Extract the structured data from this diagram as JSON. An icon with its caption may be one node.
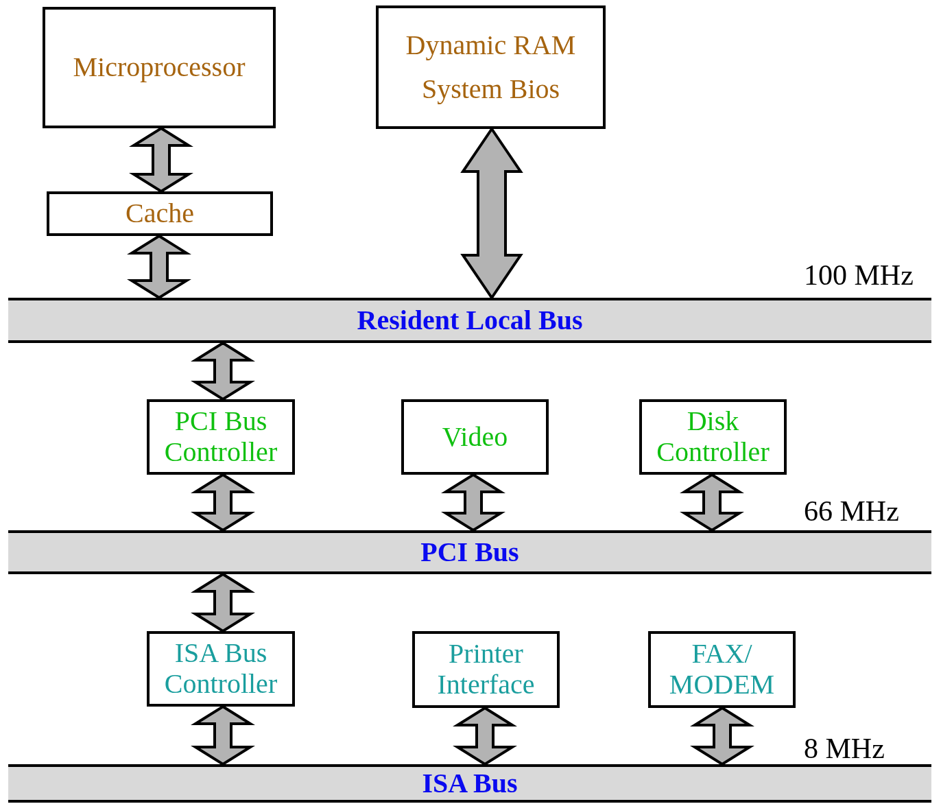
{
  "diagram": {
    "nodes": [
      {
        "text": [
          "Microprocessor"
        ]
      },
      {
        "text": [
          "Dynamic RAM",
          "System Bios"
        ]
      },
      {
        "text": [
          "Cache"
        ]
      },
      {
        "text": [
          "Resident Local Bus"
        ]
      },
      {
        "text": [
          "PCI Bus Controller"
        ]
      },
      {
        "text": [
          "Video"
        ]
      },
      {
        "text": [
          "Disk Controller"
        ]
      },
      {
        "text": [
          "PCI Bus"
        ]
      },
      {
        "text": [
          "ISA Bus Controller"
        ]
      },
      {
        "text": [
          "Printer Interface"
        ]
      },
      {
        "text": [
          "FAX/ MODEM"
        ]
      },
      {
        "text": [
          "ISA Bus"
        ]
      }
    ],
    "edges": [
      {
        "from": 0,
        "to": 2,
        "arrow": "both",
        "style": "thick"
      },
      {
        "from": 2,
        "to": 3,
        "arrow": "both",
        "style": "thick"
      },
      {
        "from": 1,
        "to": 3,
        "arrow": "both",
        "style": "thick"
      },
      {
        "from": 3,
        "to": 4,
        "arrow": "both",
        "style": "thick"
      },
      {
        "from": 4,
        "to": 7,
        "arrow": "both",
        "style": "thick"
      },
      {
        "from": 5,
        "to": 7,
        "arrow": "both",
        "style": "thick"
      },
      {
        "from": 6,
        "to": 7,
        "arrow": "both",
        "style": "thick"
      },
      {
        "from": 7,
        "to": 8,
        "arrow": "both",
        "style": "thick"
      },
      {
        "from": 8,
        "to": 11,
        "arrow": "both",
        "style": "thick"
      },
      {
        "from": 9,
        "to": 11,
        "arrow": "both",
        "style": "thick"
      },
      {
        "from": 10,
        "to": 11,
        "arrow": "both",
        "style": "thick"
      }
    ],
    "labels": [
      "100 MHz",
      "66 MHz",
      "8 MHz"
    ]
  }
}
